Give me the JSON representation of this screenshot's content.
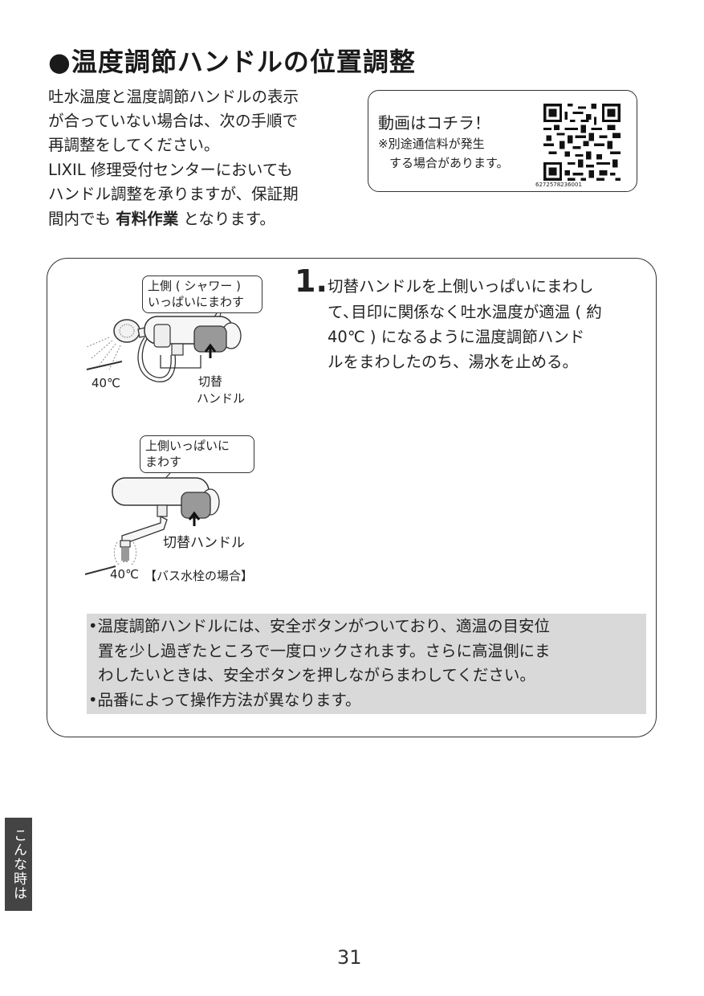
{
  "title": "●温度調節ハンドルの位置調整",
  "intro": {
    "line1": "吐水温度と温度調節ハンドルの表示",
    "line2": "が合っていない場合は、次の手順で",
    "line3": "再調整をしてください。",
    "line4": "LIXIL 修理受付センターにおいても",
    "line5": "ハンドル調整を承りますが、保証期",
    "line6_pre": "間内でも ",
    "line6_bold": "有料作業",
    "line6_post": " となります。"
  },
  "video": {
    "head": "動画はコチラ！",
    "note1": "※別途通信料が発生",
    "note2": "する場合があります。",
    "code": "6272578236001"
  },
  "step1": {
    "number": "1.",
    "line1": "切替ハンドルを上側いっぱいにまわし",
    "line2": "て､目印に関係なく吐水温度が適温 ( 約",
    "line3": "40℃ ) になるように温度調節ハンド",
    "line4": "ルをまわしたのち、湯水を止める。"
  },
  "figure1": {
    "bubble_line1": "上側 ( シャワー )",
    "bubble_line2": "いっぱいにまわす",
    "temp": "40℃",
    "handle_line1": "切替",
    "handle_line2": "ハンドル"
  },
  "figure2": {
    "bubble_line1": "上側いっぱいに",
    "bubble_line2": "まわす",
    "handle": "切替ハンドル",
    "temp": "40℃",
    "caption": "【バス水栓の場合】"
  },
  "notes": {
    "line1": "•温度調節ハンドルには、安全ボタンがついており、適温の目安位",
    "line2": "置を少し過ぎたところで一度ロックされます。さらに高温側にま",
    "line3": "わしたいときは、安全ボタンを押しながらまわしてください。",
    "line4": "•品番によって操作方法が異なります。"
  },
  "side_tab": "こんな時は",
  "page_number": "31"
}
